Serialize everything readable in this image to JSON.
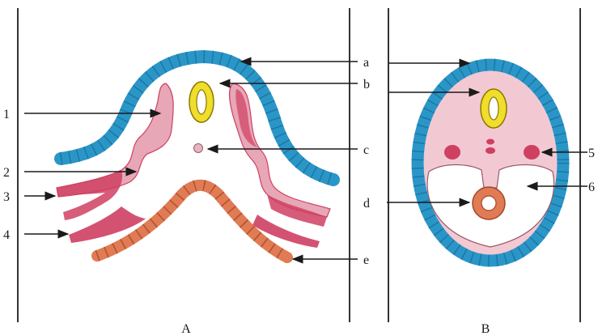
{
  "panels": {
    "left": {
      "caption": "A"
    },
    "right": {
      "caption": "B"
    }
  },
  "labels": {
    "left_numbers": [
      "1",
      "2",
      "3",
      "4"
    ],
    "right_numbers": [
      "5",
      "6"
    ],
    "letters": [
      "a",
      "b",
      "c",
      "d",
      "e"
    ]
  },
  "colors": {
    "ectoderm": "#2a96c8",
    "ectoderm_cells": "#1c6f99",
    "neural_tube": "#f0dd2c",
    "neural_tube_outline": "#8a7a00",
    "mesoderm": "#e7a7b6",
    "mesoderm_dark": "#cf3f62",
    "endoderm": "#e07b53",
    "endoderm_cells": "#a2472a",
    "body_fill": "#f2c9d2",
    "lines": "#1a1a1a"
  }
}
